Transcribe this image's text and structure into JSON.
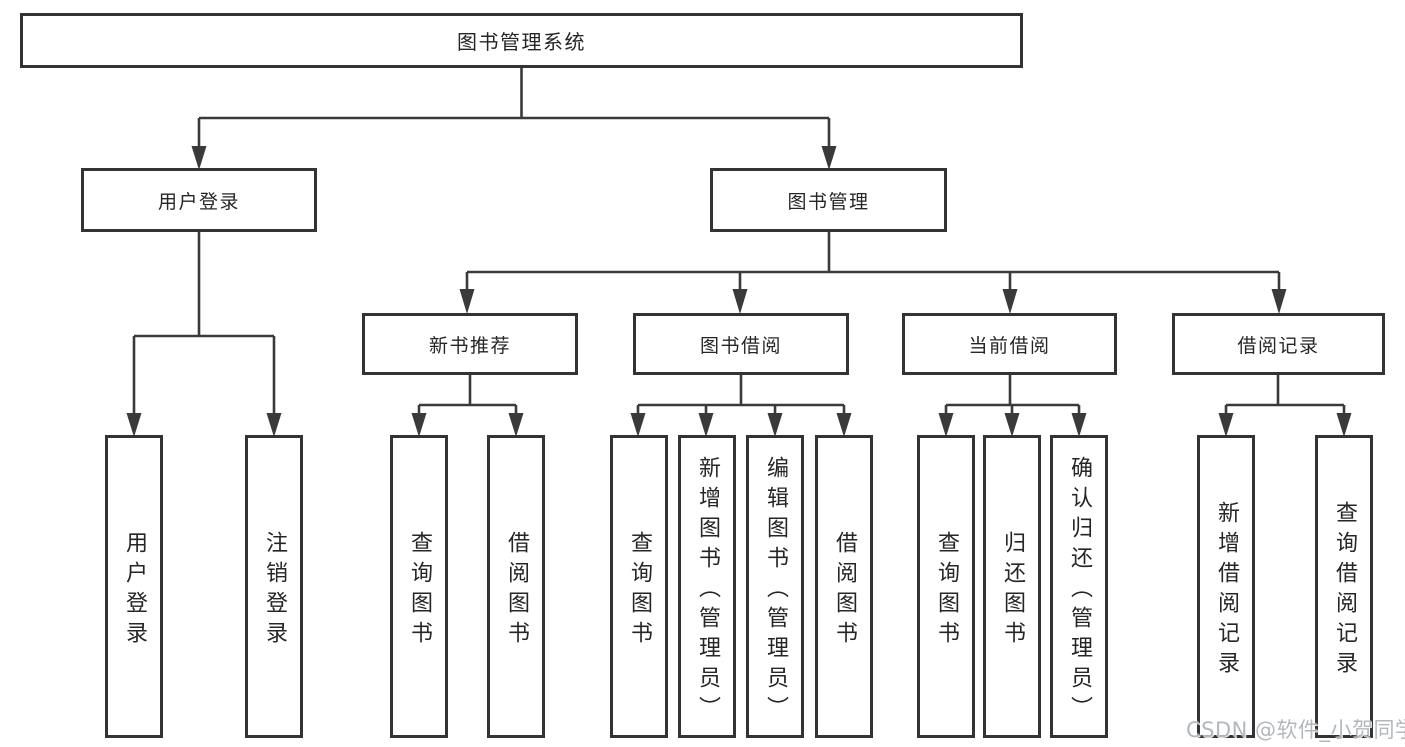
{
  "tree": {
    "root": {
      "label": "图书管理系统"
    },
    "branches": [
      {
        "label": "用户登录",
        "children": [
          {
            "label": "用户登录"
          },
          {
            "label": "注销登录"
          }
        ]
      },
      {
        "label": "图书管理",
        "sections": [
          {
            "label": "新书推荐",
            "children": [
              {
                "label": "查询图书"
              },
              {
                "label": "借阅图书"
              }
            ]
          },
          {
            "label": "图书借阅",
            "children": [
              {
                "label": "查询图书"
              },
              {
                "label": "新增图书（管理员）"
              },
              {
                "label": "编辑图书（管理员）"
              },
              {
                "label": "借阅图书"
              }
            ]
          },
          {
            "label": "当前借阅",
            "children": [
              {
                "label": "查询图书"
              },
              {
                "label": "归还图书"
              },
              {
                "label": "确认归还（管理员）"
              }
            ]
          },
          {
            "label": "借阅记录",
            "children": [
              {
                "label": "新增借阅记录"
              },
              {
                "label": "查询借阅记录"
              }
            ]
          }
        ]
      }
    ]
  },
  "watermark": {
    "text": "CSDN @软件_小贺同学"
  },
  "colors": {
    "line": "#3a3a3a",
    "border": "#333333",
    "text": "#262626",
    "background": "#ffffff",
    "watermark": "#b3b8be"
  }
}
